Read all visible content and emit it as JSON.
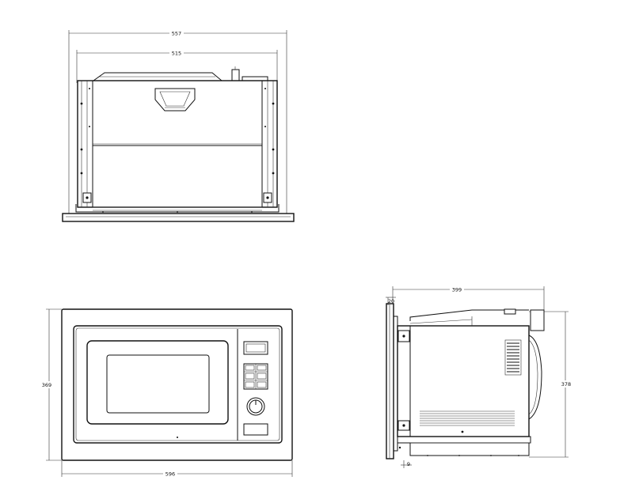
{
  "top_view": {
    "outer_width_label": "557",
    "inner_width_label": "515"
  },
  "front_view": {
    "height_label": "369",
    "width_label": "596"
  },
  "side_view": {
    "depth_label": "399",
    "height_label": "378",
    "top_offset_label": "20",
    "bottom_offset_label": "9"
  }
}
